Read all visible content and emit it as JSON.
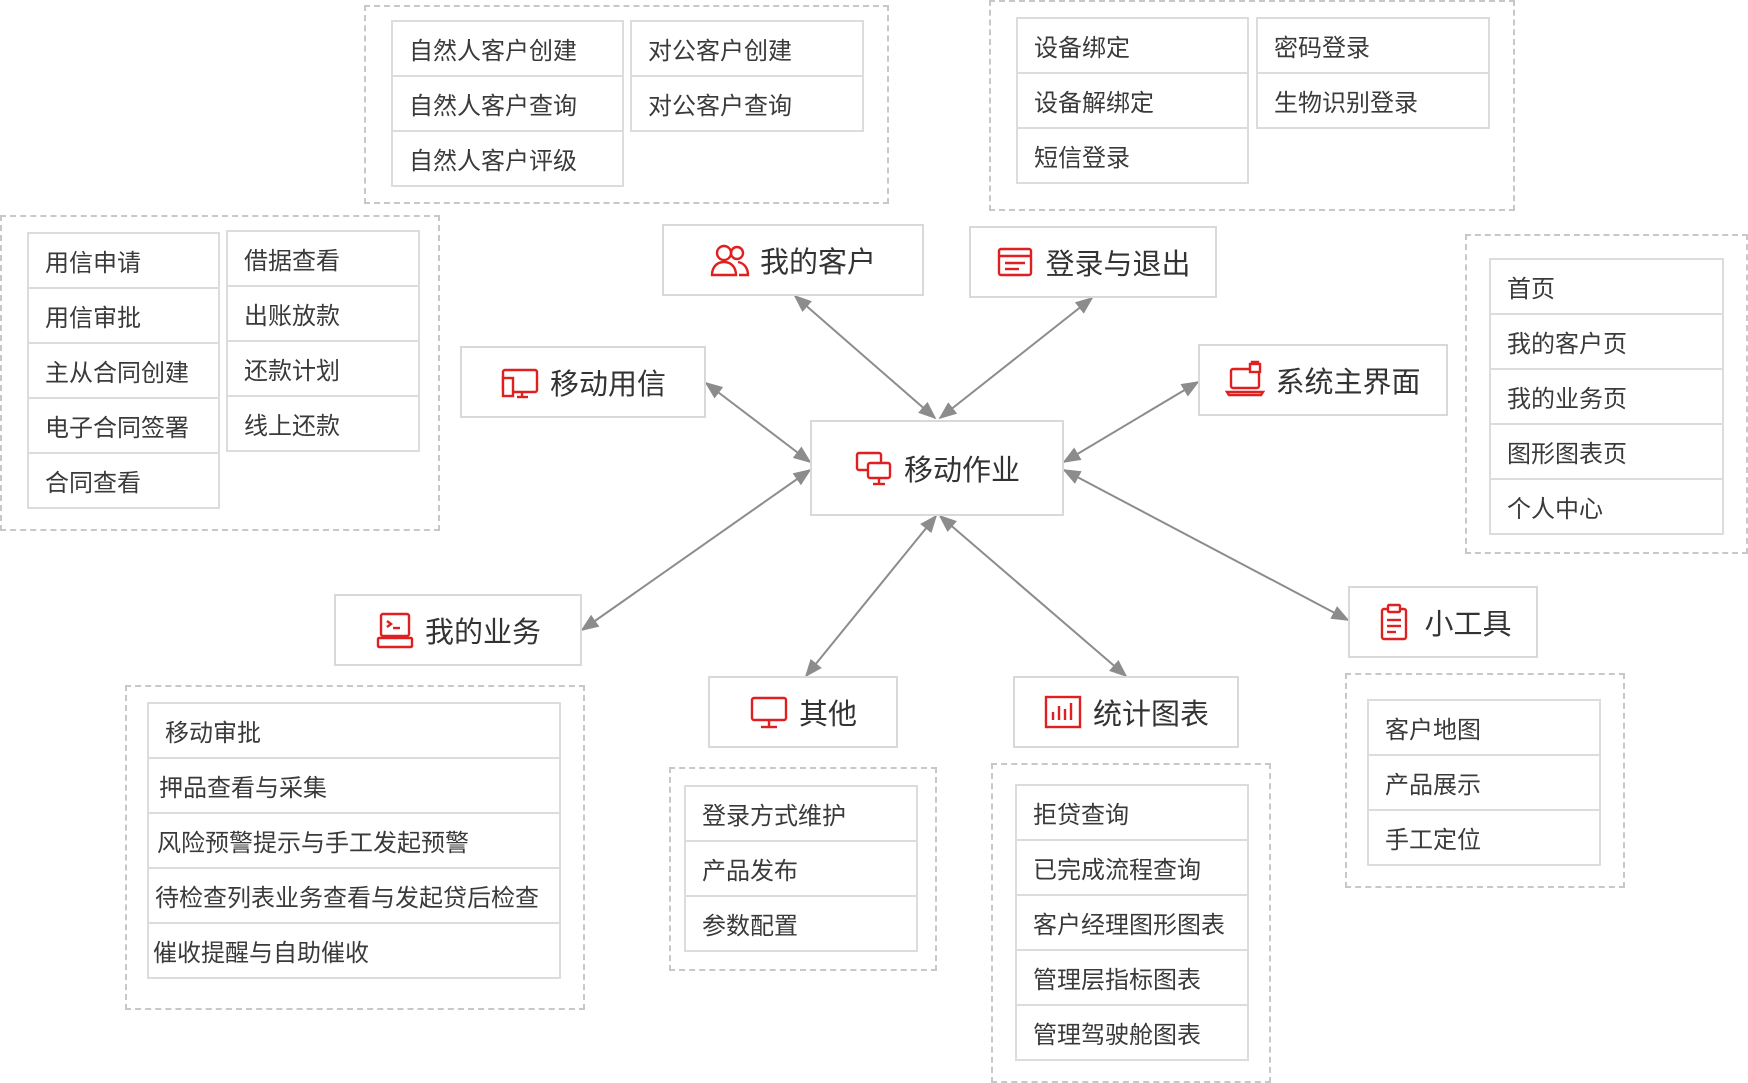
{
  "colors": {
    "accent": "#e02020",
    "connector": "#8c8c8c",
    "border": "#d9d9d9",
    "dashed_border": "#c8c8c8"
  },
  "center": {
    "label": "移动作业",
    "icon": "monitor-icon"
  },
  "nodes": {
    "customers": {
      "label": "我的客户",
      "icon": "users-icon"
    },
    "login": {
      "label": "登录与退出",
      "icon": "login-card-icon"
    },
    "main_ui": {
      "label": "系统主界面",
      "icon": "laptop-lock-icon"
    },
    "tools": {
      "label": "小工具",
      "icon": "clipboard-icon"
    },
    "stats": {
      "label": "统计图表",
      "icon": "bar-chart-icon"
    },
    "other": {
      "label": "其他",
      "icon": "screen-icon"
    },
    "business": {
      "label": "我的业务",
      "icon": "terminal-icon"
    },
    "credit": {
      "label": "移动用信",
      "icon": "device-icon"
    }
  },
  "groups": {
    "customers": {
      "col1": [
        "自然人客户创建",
        "自然人客户查询",
        "自然人客户评级"
      ],
      "col2": [
        "对公客户创建",
        "对公客户查询"
      ]
    },
    "login": {
      "col1": [
        "设备绑定",
        "设备解绑定",
        "短信登录"
      ],
      "col2": [
        "密码登录",
        "生物识别登录"
      ]
    },
    "credit": {
      "col1": [
        "用信申请",
        "用信审批",
        "主从合同创建",
        "电子合同签署",
        "合同查看"
      ],
      "col2": [
        "借据查看",
        "出账放款",
        "还款计划",
        "线上还款"
      ]
    },
    "main_ui": {
      "items": [
        "首页",
        "我的客户页",
        "我的业务页",
        "图形图表页",
        "个人中心"
      ]
    },
    "business": {
      "items": [
        "移动审批",
        "押品查看与采集",
        "风险预警提示与手工发起预警",
        "待检查列表业务查看与发起贷后检查",
        "催收提醒与自助催收"
      ]
    },
    "other": {
      "items": [
        "登录方式维护",
        "产品发布",
        "参数配置"
      ]
    },
    "stats": {
      "items": [
        "拒贷查询",
        "已完成流程查询",
        "客户经理图形图表",
        "管理层指标图表",
        "管理驾驶舱图表"
      ]
    },
    "tools": {
      "items": [
        "客户地图",
        "产品展示",
        "手工定位"
      ]
    }
  }
}
